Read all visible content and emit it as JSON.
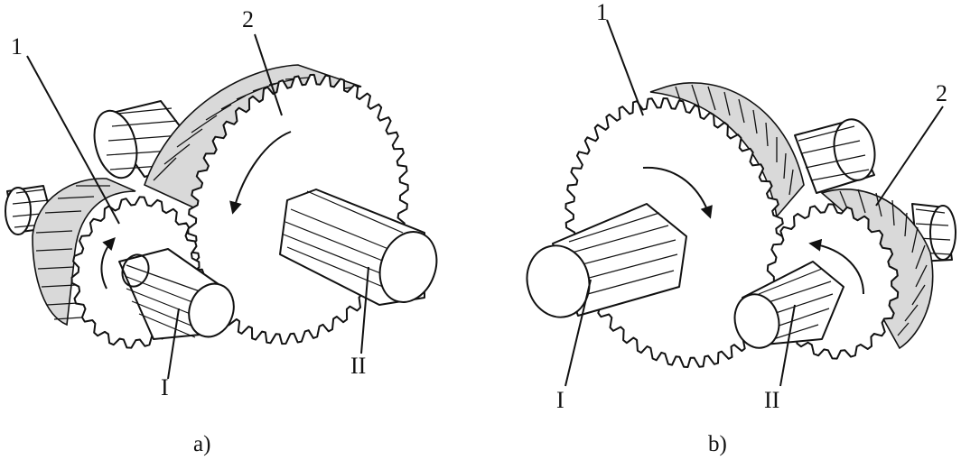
{
  "figure_a": {
    "caption": "a)",
    "label_gear_small": "1",
    "label_gear_large": "2",
    "label_shaft_small": "I",
    "label_shaft_large": "II"
  },
  "figure_b": {
    "caption": "b)",
    "label_gear_large": "1",
    "label_gear_small": "2",
    "label_shaft_large": "I",
    "label_shaft_small": "II"
  }
}
